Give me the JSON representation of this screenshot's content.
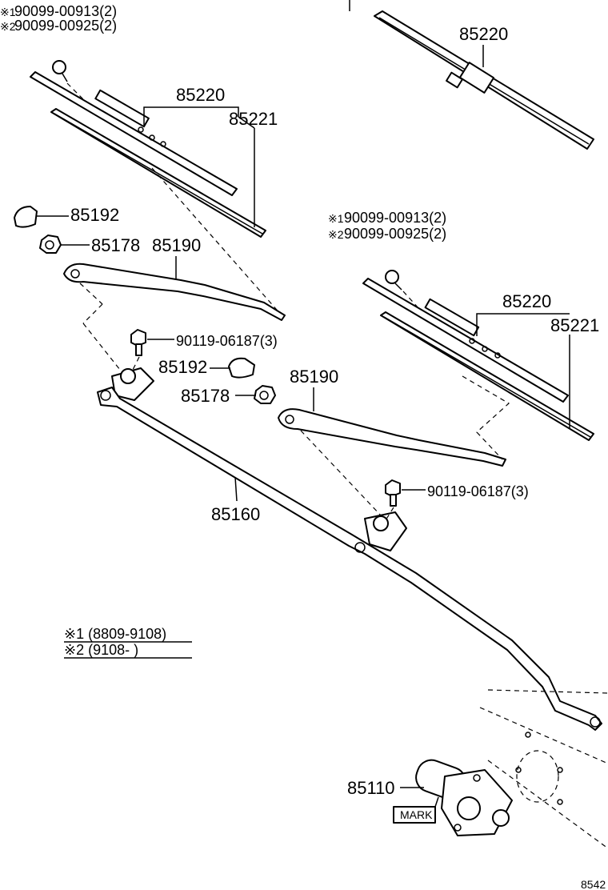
{
  "labels": {
    "note_top_1": "90099-00913(2)",
    "note_top_2": "90099-00925(2)",
    "blade_right_top": "85220",
    "blade_left_a": "85220",
    "blade_left_b": "85221",
    "cap_left": "85192",
    "nut_left": "85178",
    "arm_left": "85190",
    "bolt_left": "90119-06187(3)",
    "cap_mid": "85192",
    "nut_mid": "85178",
    "arm_right": "85190",
    "note_mid_1": "90099-00913(2)",
    "note_mid_2": "90099-00925(2)",
    "blade_right_a": "85220",
    "blade_right_b": "85221",
    "bolt_right": "90119-06187(3)",
    "link_rod": "85160",
    "motor": "85110",
    "mark": "MARK",
    "legend_1": "※1 (8809-9108)",
    "legend_2": "※2 (9108-       )",
    "corner_code": "8542"
  },
  "marks": {
    "note_star_1": "※1",
    "note_star_2": "※2"
  }
}
